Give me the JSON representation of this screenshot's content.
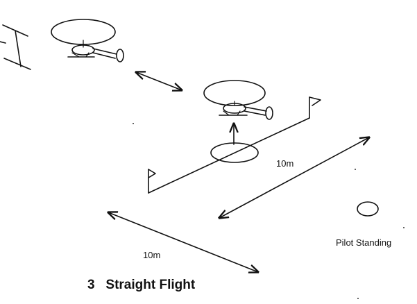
{
  "labels": {
    "distance_right": "10m",
    "distance_left": "10m",
    "pilot_position": "Pilot Standing",
    "figure_title": "3   Straight Flight"
  },
  "colors": {
    "ink": "#111111",
    "background": "#ffffff"
  }
}
